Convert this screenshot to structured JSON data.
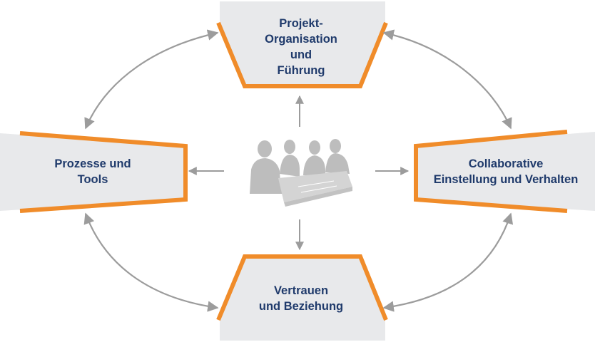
{
  "colors": {
    "accent": "#f08c2a",
    "panel": "#e8e9eb",
    "arrow": "#9c9c9c",
    "text": "#1f3a6b"
  },
  "boxes": {
    "top": {
      "lines": [
        "Projekt-",
        "Organisation",
        "und",
        "Führung"
      ]
    },
    "left": {
      "lines": [
        "Prozesse und",
        "Tools"
      ]
    },
    "right": {
      "lines": [
        "Collaborative",
        "Einstellung und Verhalten"
      ]
    },
    "bottom": {
      "lines": [
        "Vertrauen",
        "und Beziehung"
      ]
    }
  },
  "center_image": {
    "icon": "business-meeting-silhouette-icon"
  }
}
